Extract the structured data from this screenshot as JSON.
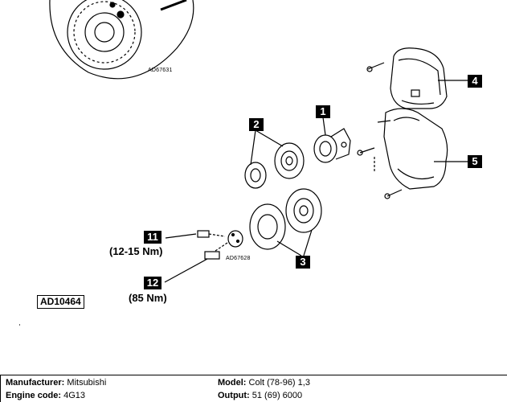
{
  "callouts": {
    "c1": "1",
    "c2": "2",
    "c3": "3",
    "c4": "4",
    "c5": "5",
    "c11": "11",
    "c12": "12"
  },
  "torque": {
    "t11": "(12-15 Nm)",
    "t12": "(85 Nm)"
  },
  "ref_codes": {
    "top": "AD67631",
    "bottom": "AD67628",
    "drawing": "AD10464"
  },
  "info": {
    "manufacturer_label": "Manufacturer:",
    "manufacturer_value": "Mitsubishi",
    "engine_label": "Engine code:",
    "engine_value": "4G13",
    "model_label": "Model:",
    "model_value": "Colt (78-96) 1,3",
    "output_label": "Output:",
    "output_value": "51 (69) 6000"
  }
}
